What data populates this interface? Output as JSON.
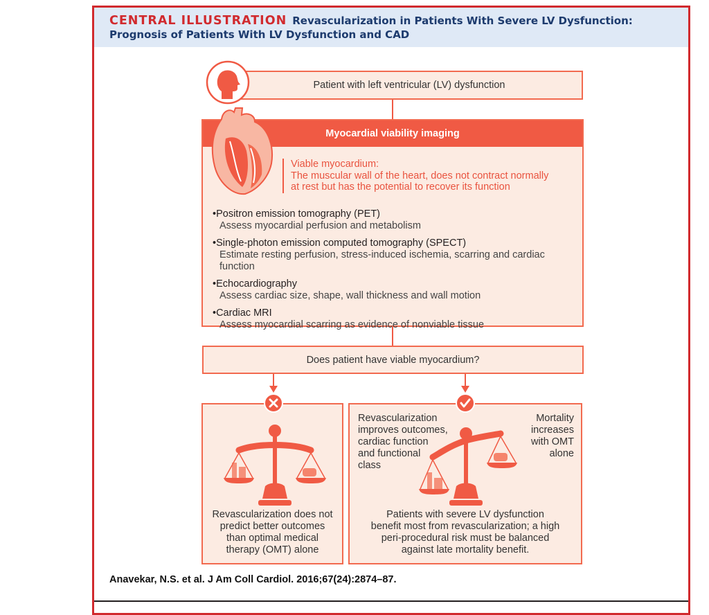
{
  "header": {
    "kicker": "CENTRAL ILLUSTRATION",
    "title_line1": "Revascularization in Patients With Severe LV Dysfunction:",
    "title_line2": "Prognosis of Patients With LV Dysfunction and CAD"
  },
  "patient_box": {
    "label": "Patient with left ventricular (LV) dysfunction"
  },
  "imaging": {
    "heading": "Myocardial viability imaging",
    "viable_title": "Viable myocardium:",
    "viable_line1": "The muscular wall of the heart, does not contract normally",
    "viable_line2": "at rest but has the potential to recover its function",
    "modalities": [
      {
        "name": "Positron emission tomography (PET)",
        "desc": "Assess myocardial perfusion and metabolism"
      },
      {
        "name": "Single-photon emission computed tomography (SPECT)",
        "desc": "Estimate resting perfusion, stress-induced ischemia, scarring and cardiac function"
      },
      {
        "name": "Echocardiography",
        "desc": "Assess cardiac size, shape, wall thickness and wall motion"
      },
      {
        "name": "Cardiac MRI",
        "desc": "Assess myocardial scarring as evidence of nonviable tissue"
      }
    ]
  },
  "question": {
    "label": "Does patient have viable myocardium?"
  },
  "no_branch": {
    "icon": "x-icon",
    "outcome": [
      "Revascularization does not",
      "predict better outcomes",
      "than optimal medical",
      "therapy (OMT) alone"
    ]
  },
  "yes_branch": {
    "icon": "check-icon",
    "left_note": [
      "Revascularization",
      "improves outcomes,",
      "cardiac function",
      "and functional",
      "class"
    ],
    "right_note": [
      "Mortality",
      "increases",
      "with OMT",
      "alone"
    ],
    "outcome": [
      "Patients with severe LV dysfunction",
      "benefit most from revascularization; a high",
      "peri-procedural risk must be balanced",
      "against late mortality benefit."
    ]
  },
  "citation": "Anavekar, N.S. et al. J Am Coll Cardiol. 2016;67(24):2874–87.",
  "colors": {
    "accent": "#f05a44",
    "frame": "#d12a2e",
    "header_bg": "#dfe9f6",
    "box_bg": "#fcebe2",
    "title": "#1d3b6e"
  }
}
